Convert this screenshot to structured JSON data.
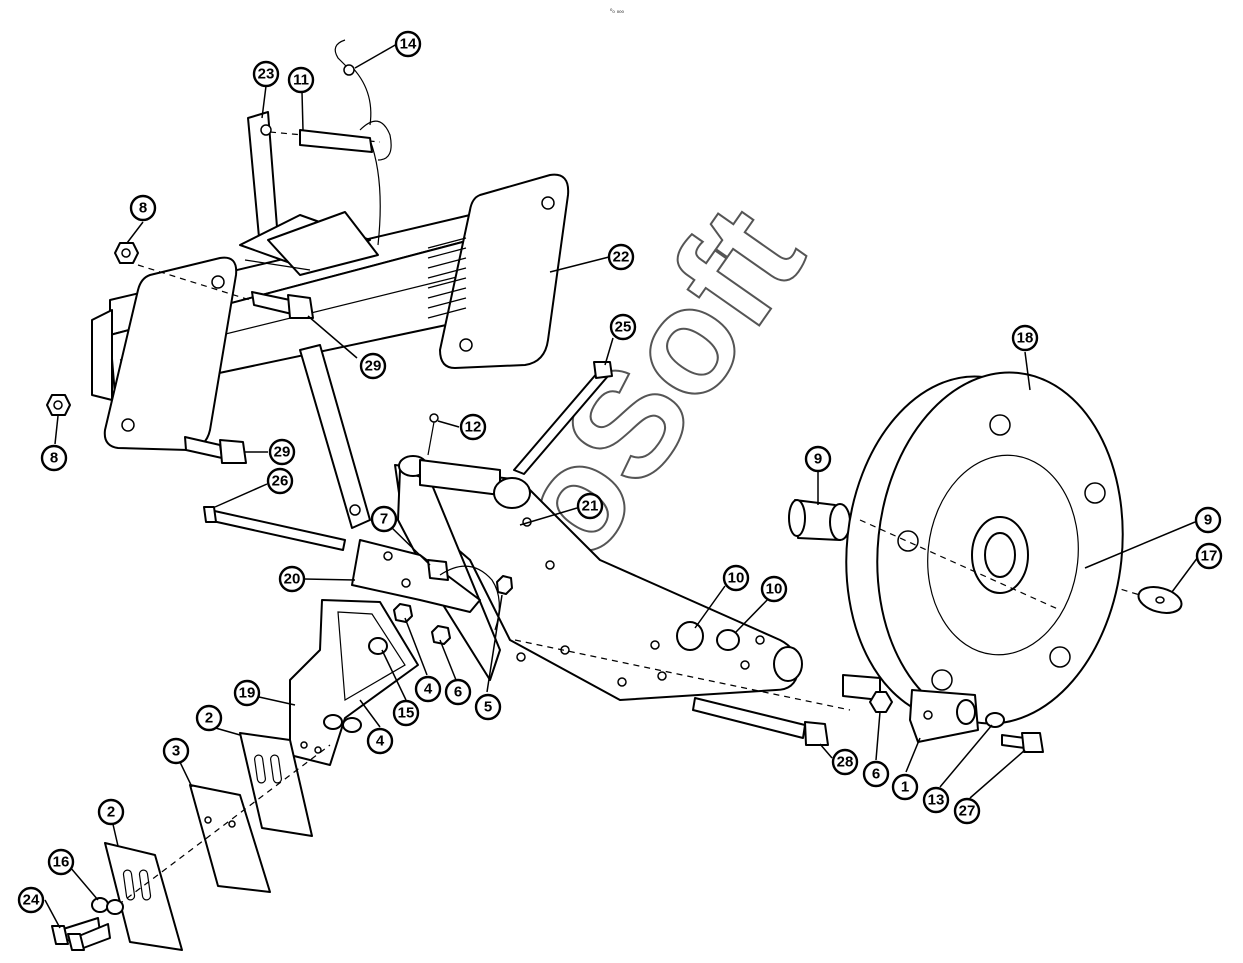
{
  "header": {
    "note": "⁰₀ ₀₀₀"
  },
  "watermark": "toSoft",
  "parts": [
    "1",
    "2",
    "2",
    "3",
    "4",
    "4",
    "5",
    "6",
    "6",
    "7",
    "8",
    "8",
    "9",
    "9",
    "10",
    "10",
    "11",
    "12",
    "13",
    "14",
    "15",
    "16",
    "17",
    "18",
    "19",
    "20",
    "21",
    "22",
    "23",
    "24",
    "25",
    "26",
    "27",
    "28",
    "29",
    "29"
  ]
}
